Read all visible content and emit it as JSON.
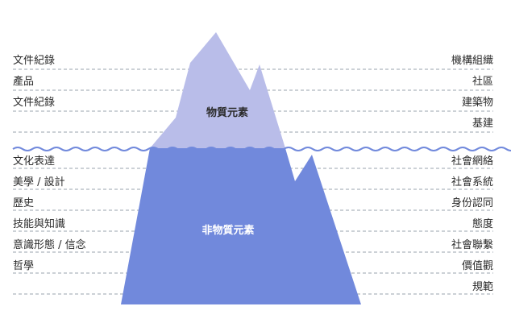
{
  "diagram": {
    "tangible_label": "物質元素",
    "intangible_label": "非物質元素",
    "left_items": [
      "文件紀錄",
      "產品",
      "文件紀錄",
      "文化表達",
      "美學 / 設計",
      "歷史",
      "技能與知識",
      "意識形態 / 信念",
      "哲學"
    ],
    "right_items": [
      "機構組織",
      "社區",
      "建築物",
      "基建",
      "社會網絡",
      "社會系統",
      "身份認同",
      "態度",
      "社會聯繫",
      "價值觀",
      "規範"
    ],
    "colors": {
      "tip": "#b9bde9",
      "body": "#7189dc",
      "wave": "#7189dc",
      "rule": "#9aa3ad",
      "text": "#2b2b2b",
      "tip_text": "#2b2b2b",
      "body_text": "#ffffff"
    }
  }
}
